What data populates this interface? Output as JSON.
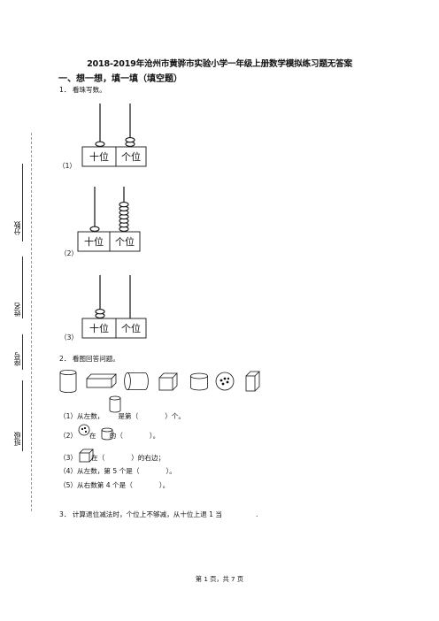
{
  "title": "2018-2019年沧州市黄骅市实验小学一年级上册数学模拟练习题无答案",
  "section": "一、想一想，填一填（填空题）",
  "q1": {
    "stem": "1．  看珠写数。",
    "labels": [
      "（1）",
      "（2）",
      "（3）"
    ],
    "tens": "十位",
    "ones": "个位",
    "abacus": [
      {
        "tens_beads": 1,
        "ones_beads": 2
      },
      {
        "tens_beads": 1,
        "ones_beads": 7
      },
      {
        "tens_beads": 2,
        "ones_beads": 0
      }
    ]
  },
  "q2": {
    "stem": "2．  看图回答问题。",
    "lines": [
      {
        "a": "（1）从左数，",
        "b": "是第（",
        "c": "）个。"
      },
      {
        "a": "（2）",
        "b": "在",
        "c": "的（",
        "d": "）。"
      },
      {
        "a": "（3）",
        "b": "在（",
        "c": "）的右边；"
      },
      {
        "a": "（4）从左数，第 5 个是（",
        "c": "）。"
      },
      {
        "a": "（5）从右数第 4 个是（",
        "c": "）。"
      }
    ]
  },
  "q3": {
    "stem": "3．  计算退位减法时，个位上不够减，从十位上退 1 当",
    "end": "."
  },
  "sidebar": {
    "score": "分数",
    "name": "姓名",
    "number": "座号",
    "class": "班级"
  },
  "footer": "第 1 页，共 7 页"
}
